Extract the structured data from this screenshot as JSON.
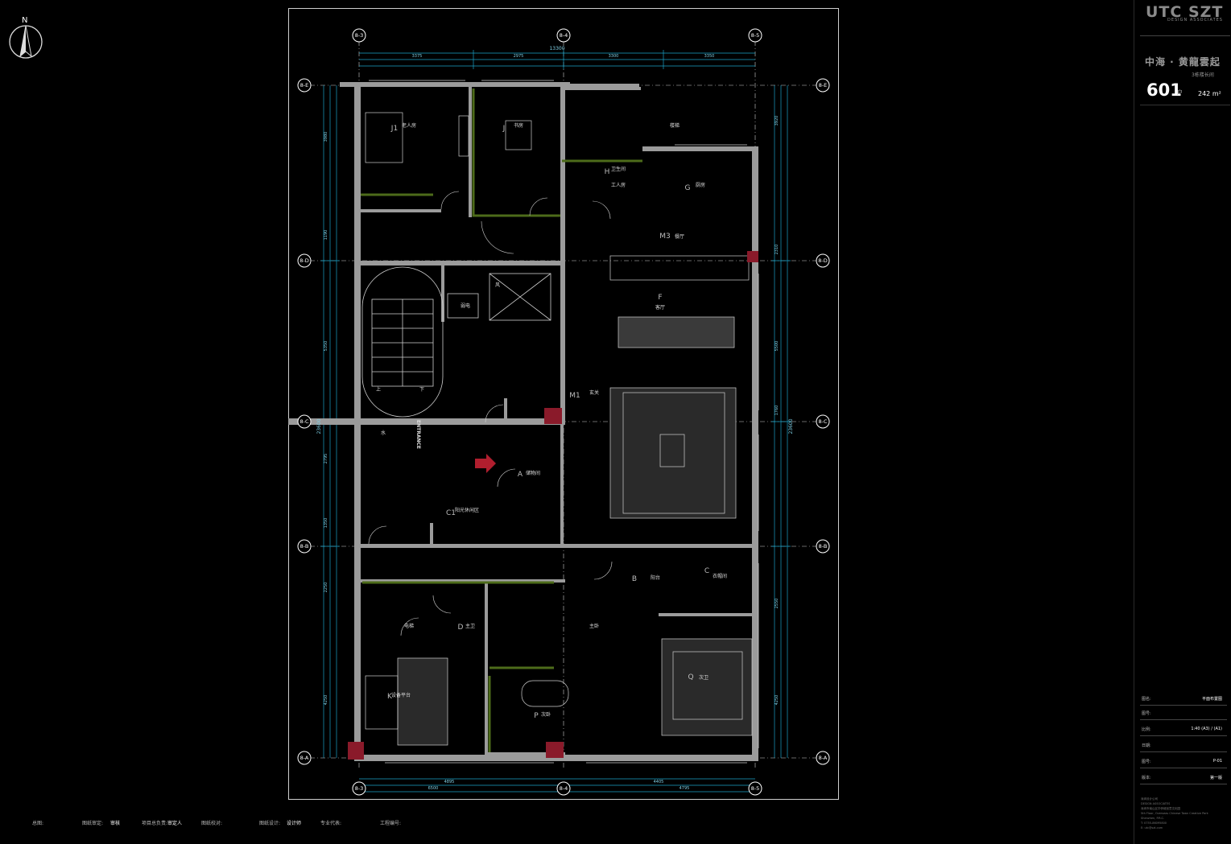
{
  "north": {
    "label": "N"
  },
  "brand": {
    "logo": "UTC SZT",
    "subtitle": "DESIGN ASSOCIATES"
  },
  "project": {
    "title": "中海 · 黄龍雲起",
    "subtitle": "3栋楼长间",
    "unit_number": "601",
    "unit_suffix": "户",
    "area": "242 m²"
  },
  "sheet_info": [
    {
      "key": "图名:",
      "value": "平面布置图"
    },
    {
      "key": "图号:",
      "value": ""
    },
    {
      "key": "比例:",
      "value": "1:40 (A3) / (A1)"
    },
    {
      "key": "日期:",
      "value": ""
    },
    {
      "key": "图号:",
      "value": "P-01"
    },
    {
      "key": "版本:",
      "value": "第一版"
    }
  ],
  "company_lines": [
    "深圳设计公司",
    "DESIGN ASSOCIATES",
    "深圳市南山区华侨城创意文化园",
    "5th Floor, Overseas Chinese Town Creative Park",
    "Shenzhen, P.R.C.",
    "T: 0755-86095800",
    "E: utc@szt.com"
  ],
  "footer_labels": [
    "总图:",
    "图纸审定:",
    "项目总负责:",
    "图纸校对:",
    "图纸设计:",
    "专业代表:",
    "工程编号:"
  ],
  "footer_values": [
    "",
    "审核",
    "审定人",
    "",
    "设计师",
    "",
    ""
  ],
  "plan": {
    "grid_top": [
      "8-3",
      "8-4",
      "8-5"
    ],
    "grid_bottom": [
      "8-3",
      "8-4",
      "8-5"
    ],
    "grid_left": [
      "8-E",
      "8-D",
      "8-C",
      "8-B",
      "8-A"
    ],
    "grid_right": [
      "8-E",
      "8-D",
      "8-C",
      "8-B",
      "8-A"
    ],
    "overall_width": "13300",
    "overall_height": "23600",
    "dims_top": [
      "3375",
      "2975",
      "3300",
      "3350"
    ],
    "dims_bottom": [
      "4895",
      "4405"
    ],
    "dims_bottom_2": [
      "6500",
      "4795"
    ],
    "dims_left": [
      "3980",
      "1190",
      "5350",
      "2795",
      "1350",
      "2250",
      "4250"
    ],
    "dims_right": [
      "3920",
      "2310",
      "5500",
      "1760",
      "2550",
      "4250"
    ],
    "room_codes": [
      "J1",
      "J",
      "H",
      "G",
      "M3",
      "F",
      "M1",
      "A",
      "C1",
      "B",
      "C",
      "D",
      "P",
      "Q",
      "K"
    ],
    "room_names": [
      "老人房",
      "书房",
      "卫生间",
      "工人房",
      "厨房",
      "餐厅",
      "客厅",
      "玄关",
      "储物间",
      "阳光休闲区",
      "阳台",
      "衣帽间",
      "主卫",
      "主卧",
      "次卧",
      "次卫",
      "设备平台",
      "电梯",
      "楼梯",
      "风",
      "弱电",
      "水",
      "ENTRANCE"
    ],
    "stair_labels": [
      "上",
      "下"
    ]
  }
}
